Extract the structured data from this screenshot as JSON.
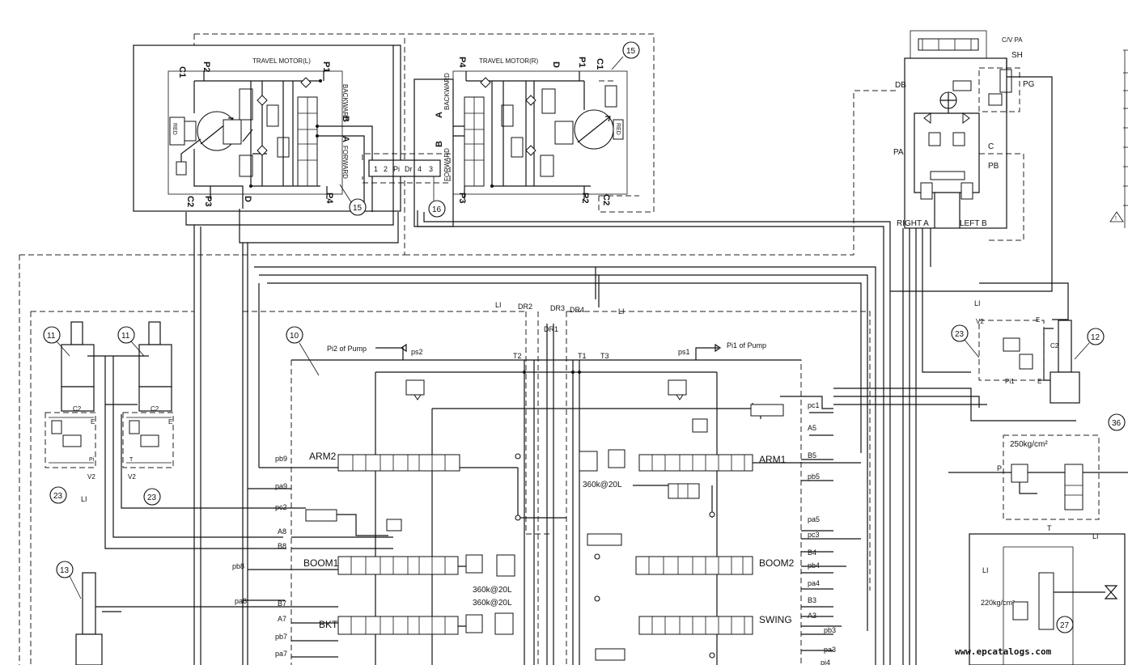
{
  "motors": {
    "left": {
      "title": "TRAVEL MOTOR(L)",
      "ports": {
        "c1": "C1",
        "p2": "P2",
        "p1": "P1",
        "c2": "C2",
        "p3": "P3",
        "d": "D",
        "p4": "P4",
        "backward": "BACKWARD",
        "b": "B",
        "a": "A",
        "forward": "FORWARD"
      },
      "red": "RED",
      "callout": "15"
    },
    "right": {
      "title": "TRAVEL MOTOR(R)",
      "ports": {
        "p4": "P4",
        "d": "D",
        "p1": "P1",
        "c1": "C1",
        "p3": "P3",
        "p2": "P2",
        "c2": "C2",
        "a": "A",
        "backward": "BACKWARD",
        "b": "B",
        "forward": "FORWARD"
      },
      "red": "RED",
      "callout": "15"
    },
    "swivel": {
      "ports": [
        "1",
        "2",
        "Pi",
        "Dr",
        "4",
        "3"
      ],
      "callout": "16"
    }
  },
  "swing_motor": {
    "cv_pa": "C/V PA",
    "labels": {
      "sh": "SH",
      "db": "DB",
      "pg": "PG",
      "pa": "PA",
      "c": "C",
      "pb": "PB",
      "right_a": "RIGHT  A",
      "left_b": "LEFT  B"
    }
  },
  "mcv": {
    "callout": "10",
    "pi2": "Pi2 of Pump",
    "pi1": "Pi1 of Pump",
    "ps2": "ps2",
    "ps1": "ps1",
    "drains": {
      "dr1": "DR1",
      "dr2": "DR2",
      "dr3": "DR3",
      "dr4": "DR4",
      "t1": "T1",
      "t2": "T2",
      "t3": "T3"
    },
    "spools": {
      "arm2": "ARM2",
      "arm1": "ARM1",
      "boom1": "BOOM1",
      "boom2": "BOOM2",
      "bkt": "BKT",
      "swing": "SWING"
    },
    "reliefs": {
      "arm": "360k@20L",
      "boom": "360k@20L",
      "bkt": "360k@20L"
    },
    "left_ports": {
      "pb9": "pb9",
      "pa9": "pa9",
      "pc2": "pc2",
      "a8": "A8",
      "b8": "B8",
      "pb8": "pb8",
      "pa8": "pa8",
      "b7": "B7",
      "a7": "A7",
      "pb7": "pb7",
      "pa7": "pa7"
    },
    "right_ports": {
      "pc1": "pc1",
      "a5": "A5",
      "b5": "B5",
      "pb5": "pb5",
      "pa5": "pa5",
      "pc3": "pc3",
      "b4": "B4",
      "pb4": "pb4",
      "pa4": "pa4",
      "b3": "B3",
      "a3": "A3",
      "pb3": "pb3",
      "pa3": "pa3",
      "pi4": "pi4"
    }
  },
  "cylinders": {
    "boom_left": "11",
    "boom_right": "11",
    "hold_left": "23",
    "hold_right": "23",
    "arm": "12",
    "arm_hold": "23",
    "bucket": "13",
    "hold_ports": {
      "c2": "C2",
      "e": "E",
      "pi": "Pi",
      "t": "T",
      "v2": "V2",
      "pi1": "Pi1"
    }
  },
  "relief_36": {
    "callout": "36",
    "pressure": "250kg/cm²",
    "p": "P",
    "t": "T"
  },
  "relief_27": {
    "callout": "27",
    "pressure": "220kg/cm²"
  },
  "drain_symbol": "LI",
  "watermark": "www.epcatalogs.com",
  "colors": {
    "line": "#111111",
    "background": "#ffffff"
  }
}
